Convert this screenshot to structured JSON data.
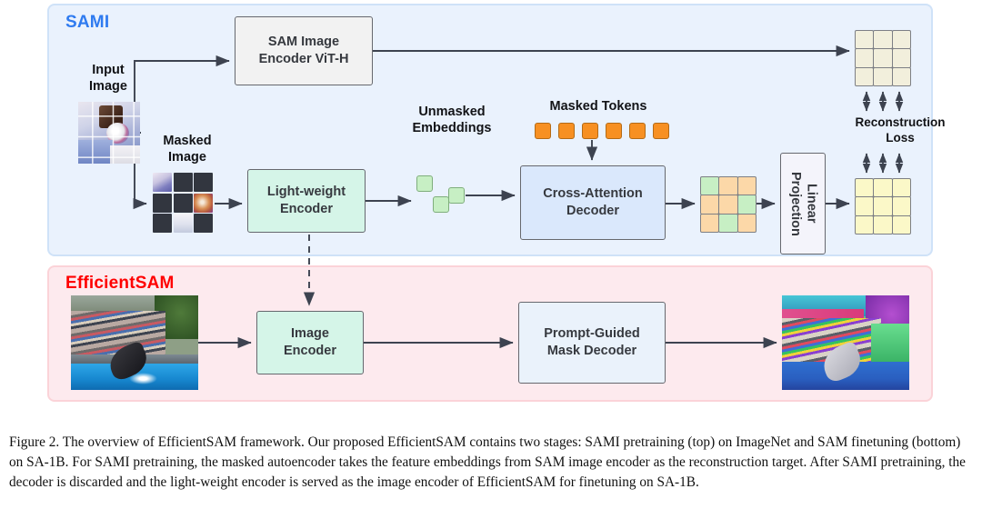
{
  "figure": {
    "caption": "Figure 2. The overview of EfficientSAM framework. Our proposed EfficientSAM contains two stages: SAMI pretraining (top) on ImageNet and SAM finetuning (bottom) on SA-1B. For SAMI pretraining, the masked autoencoder takes the feature embeddings from SAM image encoder as the reconstruction target. After SAMI pretraining, the decoder is discarded and the light-weight encoder is served as the image encoder of EfficientSAM for finetuning on SA-1B."
  },
  "panels": {
    "sami": {
      "title": "SAMI",
      "title_color": "#2f7bf0",
      "background": "#eaf2fd",
      "border": "#cfe2f8"
    },
    "efficientsam": {
      "title": "EfficientSAM",
      "title_color": "#ff0000",
      "background": "#fdeaee",
      "border": "#fbd3d8"
    }
  },
  "nodes": {
    "sam_image_encoder": {
      "label": "SAM Image\nEncoder ViT-H",
      "fill": "#f2f2f2"
    },
    "light_weight_encoder": {
      "label": "Light-weight\nEncoder",
      "fill": "#d5f5e8"
    },
    "cross_attention_decoder": {
      "label": "Cross-Attention\nDecoder",
      "fill": "#dae8fc"
    },
    "linear_projection": {
      "label": "Linear\nProjection",
      "fill": "#f4f4fb"
    },
    "image_encoder": {
      "label": "Image\nEncoder",
      "fill": "#d5f5e8"
    },
    "prompt_guided_mask_decoder": {
      "label": "Prompt-Guided\nMask Decoder",
      "fill": "#eaf2fb"
    }
  },
  "labels": {
    "input_image": "Input\nImage",
    "masked_image": "Masked\nImage",
    "unmasked_embeddings": "Unmasked\nEmbeddings",
    "masked_tokens": "Masked Tokens",
    "reconstruction_loss": "Reconstruction\nLoss"
  },
  "tokens": {
    "masked_token_color": "#f79022",
    "masked_token_count": 6,
    "unmasked_embedding_color": "#c7efc4",
    "unmasked_embedding_count": 3
  },
  "grids": {
    "decoder_output": {
      "rows": 3,
      "cols": 3,
      "cells": [
        "green",
        "orange",
        "orange",
        "orange",
        "orange",
        "green",
        "orange",
        "green",
        "orange"
      ],
      "green": "#c7efc4",
      "orange": "#fcd8a8"
    },
    "sam_target_features": {
      "rows": 3,
      "cols": 3,
      "fill": "#f2efdc"
    },
    "reconstructed_features": {
      "rows": 3,
      "cols": 3,
      "fill": "#fbf8c8"
    }
  },
  "images": {
    "input_image": "photo-coffee-cup-patched",
    "masked_image": "photo-coffee-cup-masked-3x3",
    "efficientsam_input": "photo-sea-lion-show",
    "efficientsam_output": "photo-sea-lion-show-segmented"
  },
  "connections": {
    "dashed_weight_transfer": "light-weight-encoder-to-image-encoder"
  }
}
